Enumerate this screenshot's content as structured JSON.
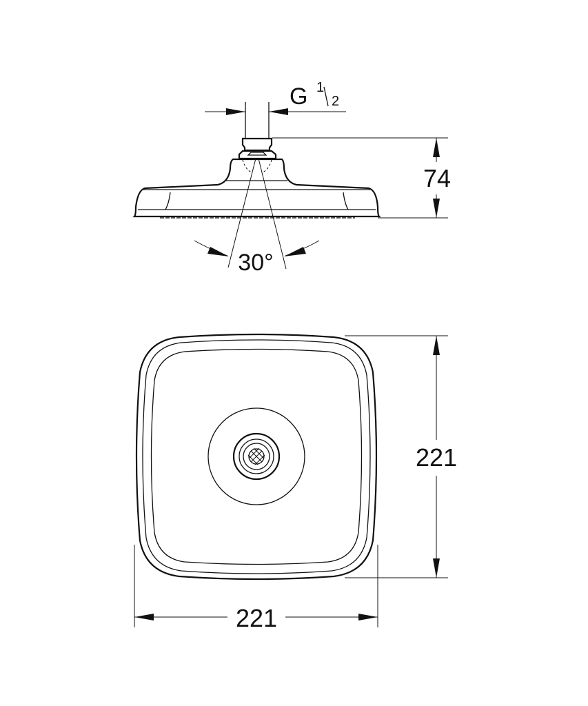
{
  "drawing": {
    "side_view": {
      "thread_label": "G",
      "thread_fraction_numerator": "1",
      "thread_fraction_denominator": "2",
      "height_dimension": "74",
      "swivel_angle": "30°"
    },
    "top_view": {
      "height_dimension": "221",
      "width_dimension": "221"
    },
    "line_color": "#111111",
    "background_color": "#ffffff"
  }
}
